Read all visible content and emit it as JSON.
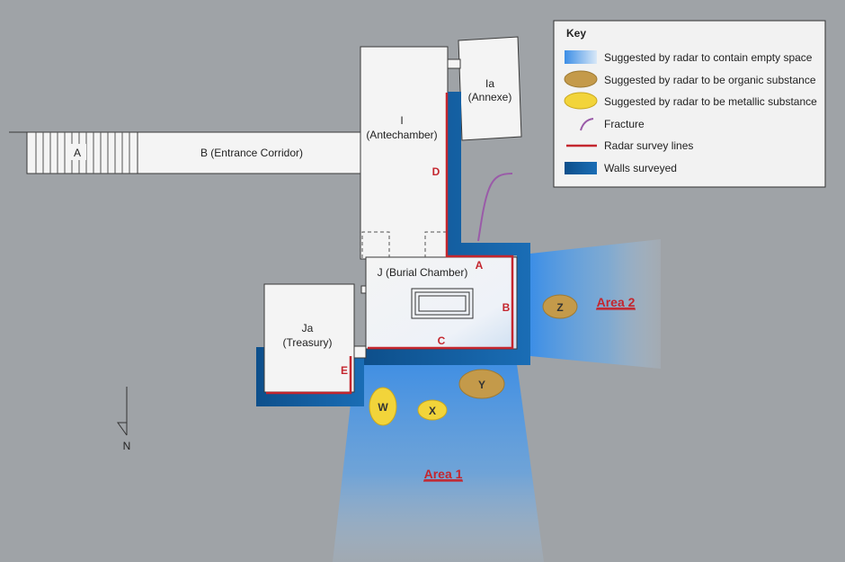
{
  "rooms": {
    "a": "A",
    "b": "B (Entrance Corridor)",
    "i_line1": "I",
    "i_line2": "(Antechamber)",
    "ia_line1": "Ia",
    "ia_line2": "(Annexe)",
    "j": "J (Burial Chamber)",
    "ja_line1": "Ja",
    "ja_line2": "(Treasury)"
  },
  "survey_lines": {
    "a": "A",
    "b": "B",
    "c": "C",
    "d": "D",
    "e": "E"
  },
  "areas": {
    "area1": "Area 1",
    "area2": "Area 2"
  },
  "anomalies": {
    "w": "W",
    "x": "X",
    "y": "Y",
    "z": "Z"
  },
  "north": "N",
  "key": {
    "title": "Key",
    "items": [
      "Suggested by radar to contain empty space",
      "Suggested by radar to be organic substance",
      "Suggested by radar to be metallic substance",
      "Fracture",
      "Radar survey lines",
      "Walls surveyed"
    ]
  },
  "colors": {
    "background": "#9fa3a7",
    "room_fill": "#f4f4f4",
    "wall_surveyed": "#0d4f8b",
    "survey_line": "#c4262e",
    "organic": "#c49a4a",
    "metallic": "#f2d43a",
    "fracture": "#9a5ba8",
    "empty_space": "#3c8ee6",
    "area_label": "#c4262e"
  }
}
